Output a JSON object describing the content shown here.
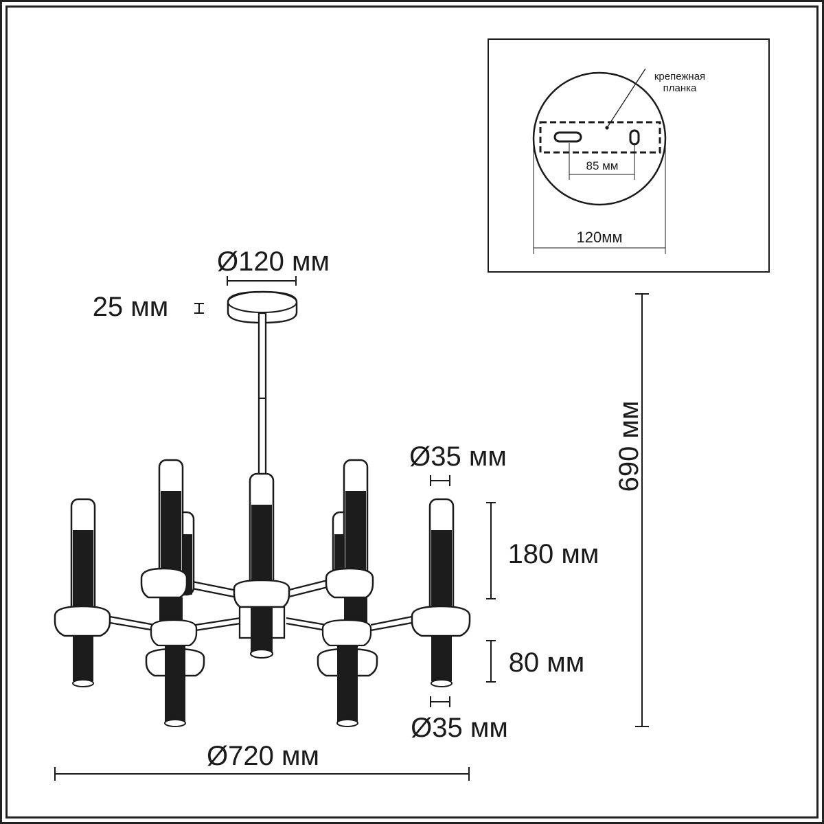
{
  "labels": {
    "canopy_diameter": "Ø120 мм",
    "canopy_height": "25 мм",
    "shade_diameter_top": "Ø35 мм",
    "upper_shade_height": "180 мм",
    "lower_shade_height": "80 мм",
    "shade_diameter_bottom": "Ø35 мм",
    "total_diameter": "Ø720 мм",
    "total_height": "690 мм"
  },
  "inset": {
    "mounting_plate_label_line1": "крепежная",
    "mounting_plate_label_line2": "планка",
    "hole_spacing": "85 мм",
    "base_diameter": "120мм"
  },
  "colors": {
    "line": "#1a1a1a",
    "shade_fill": "#1c1c1c",
    "background": "#ffffff"
  }
}
